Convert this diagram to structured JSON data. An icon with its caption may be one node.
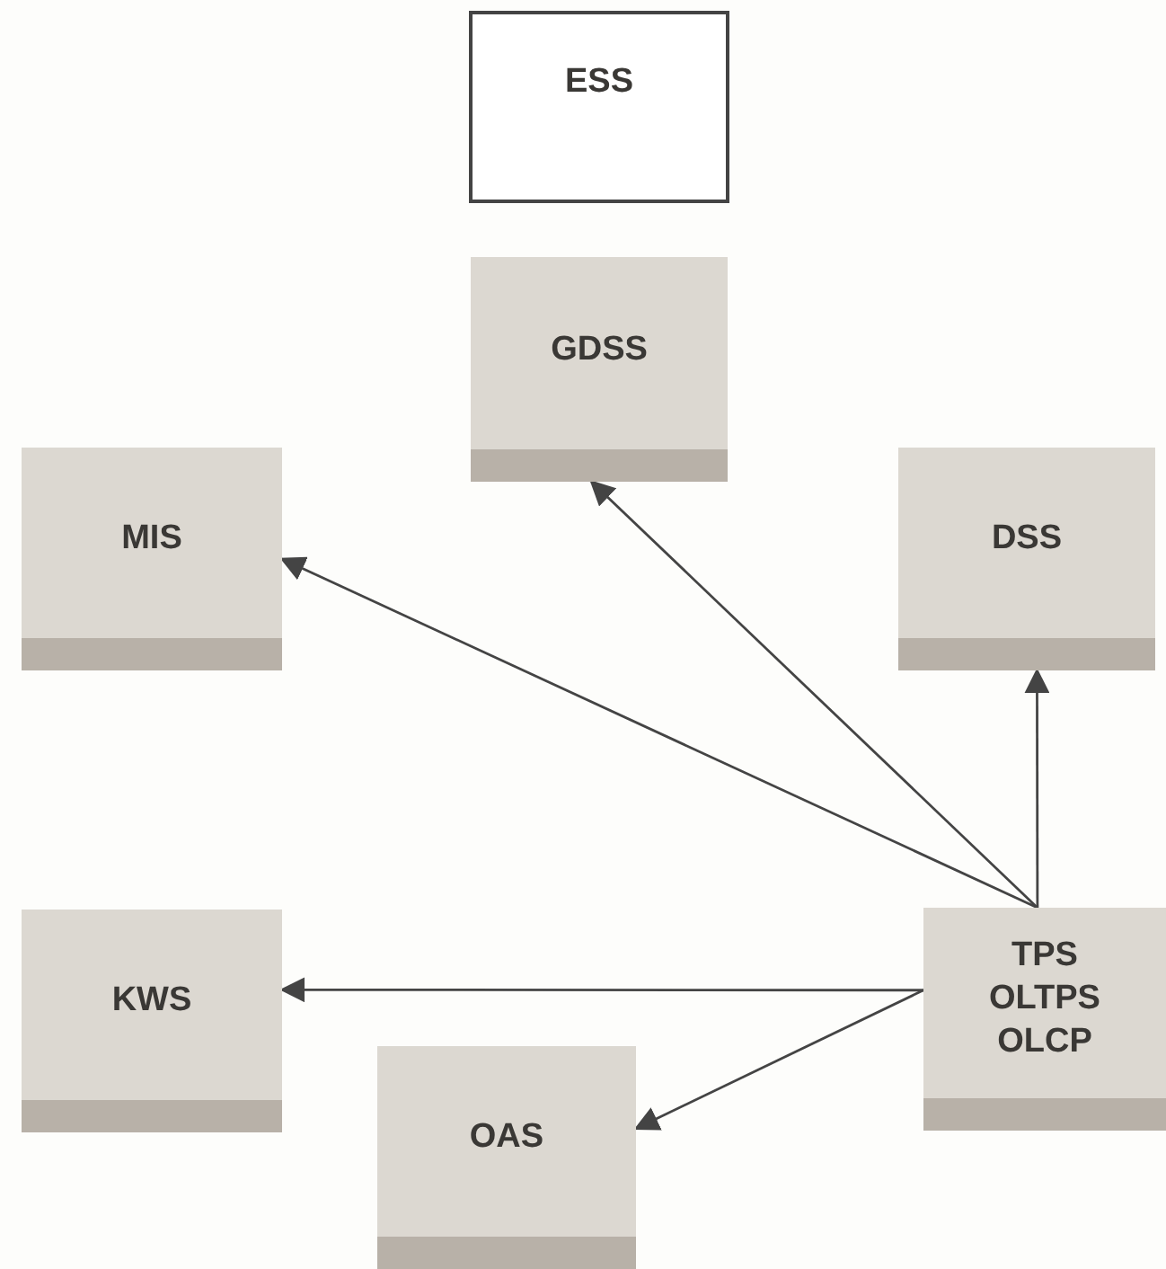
{
  "diagram": {
    "nodes": [
      {
        "text": [
          "ESS"
        ]
      },
      {
        "text": [
          "GDSS"
        ]
      },
      {
        "text": [
          "MIS"
        ]
      },
      {
        "text": [
          "DSS"
        ]
      },
      {
        "text": [
          "KWS"
        ]
      },
      {
        "text": [
          "TPS",
          "OLTPS",
          "OLCP"
        ]
      },
      {
        "text": [
          "OAS"
        ]
      }
    ],
    "edges": [
      {
        "from": 5,
        "to": 1,
        "arrow": "to"
      },
      {
        "from": 5,
        "to": 2,
        "arrow": "to"
      },
      {
        "from": 5,
        "to": 3,
        "arrow": "to"
      },
      {
        "from": 5,
        "to": 4,
        "arrow": "to"
      },
      {
        "from": 5,
        "to": 6,
        "arrow": "to"
      }
    ]
  }
}
